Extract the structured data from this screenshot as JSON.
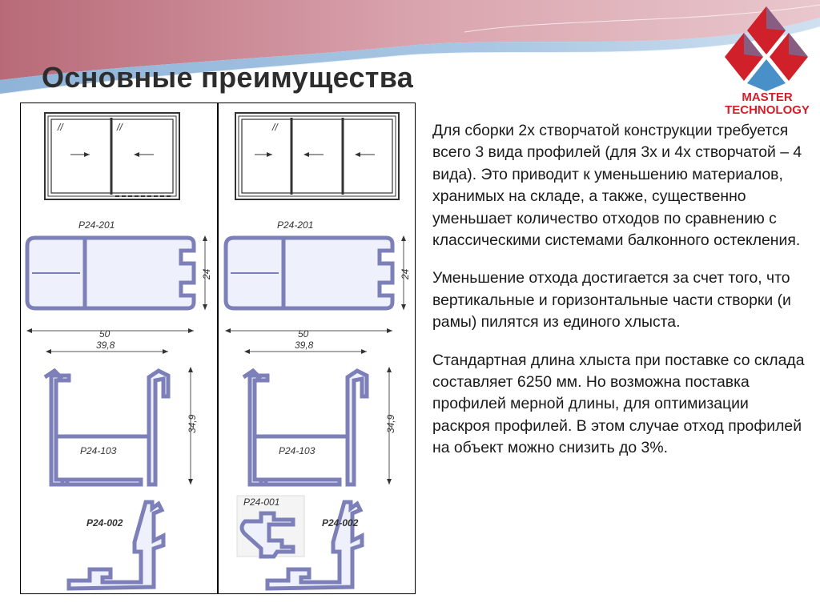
{
  "slide": {
    "title": "Основные преимущества",
    "logo_line1": "MASTER",
    "logo_line2": "TECHNOLOGY",
    "accent_red": "#d0202a",
    "accent_blue": "#4a90c8"
  },
  "drawings": {
    "profiles": {
      "frame_2": "P24-201",
      "frame_3": "P24-201",
      "sash_2": "P24-103",
      "sash_3": "P24-103",
      "bottom_2": "P24-002",
      "bottom_3": "P24-002",
      "adapter": "P24-001"
    },
    "dims": {
      "frame_width_2": "50",
      "frame_width_3": "50",
      "frame_height_2": "24",
      "frame_height_3": "24",
      "sash_width_2": "39,8",
      "sash_width_3": "39,8",
      "sash_height_2": "34,9",
      "sash_height_3": "34,9"
    }
  },
  "text": {
    "p1": "Для сборки 2х створчатой конструкции требуется всего 3 вида профилей (для 3х и 4х створчатой – 4 вида). Это приводит к уменьшению материалов, хранимых на складе, а также, существенно уменьшает количество отходов по сравнению с классическими системами балконного остекления.",
    "p2": "Уменьшение отхода достигается за счет того, что вертикальные и горизонтальные части створки (и рамы) пилятся из единого хлыста.",
    "p3": "Стандартная длина хлыста при поставке со склада составляет 6250 мм. Но возможна поставка профилей мерной длины, для оптимизации раскроя профилей.  В этом случае отход профилей на объект можно снизить до 3%."
  }
}
